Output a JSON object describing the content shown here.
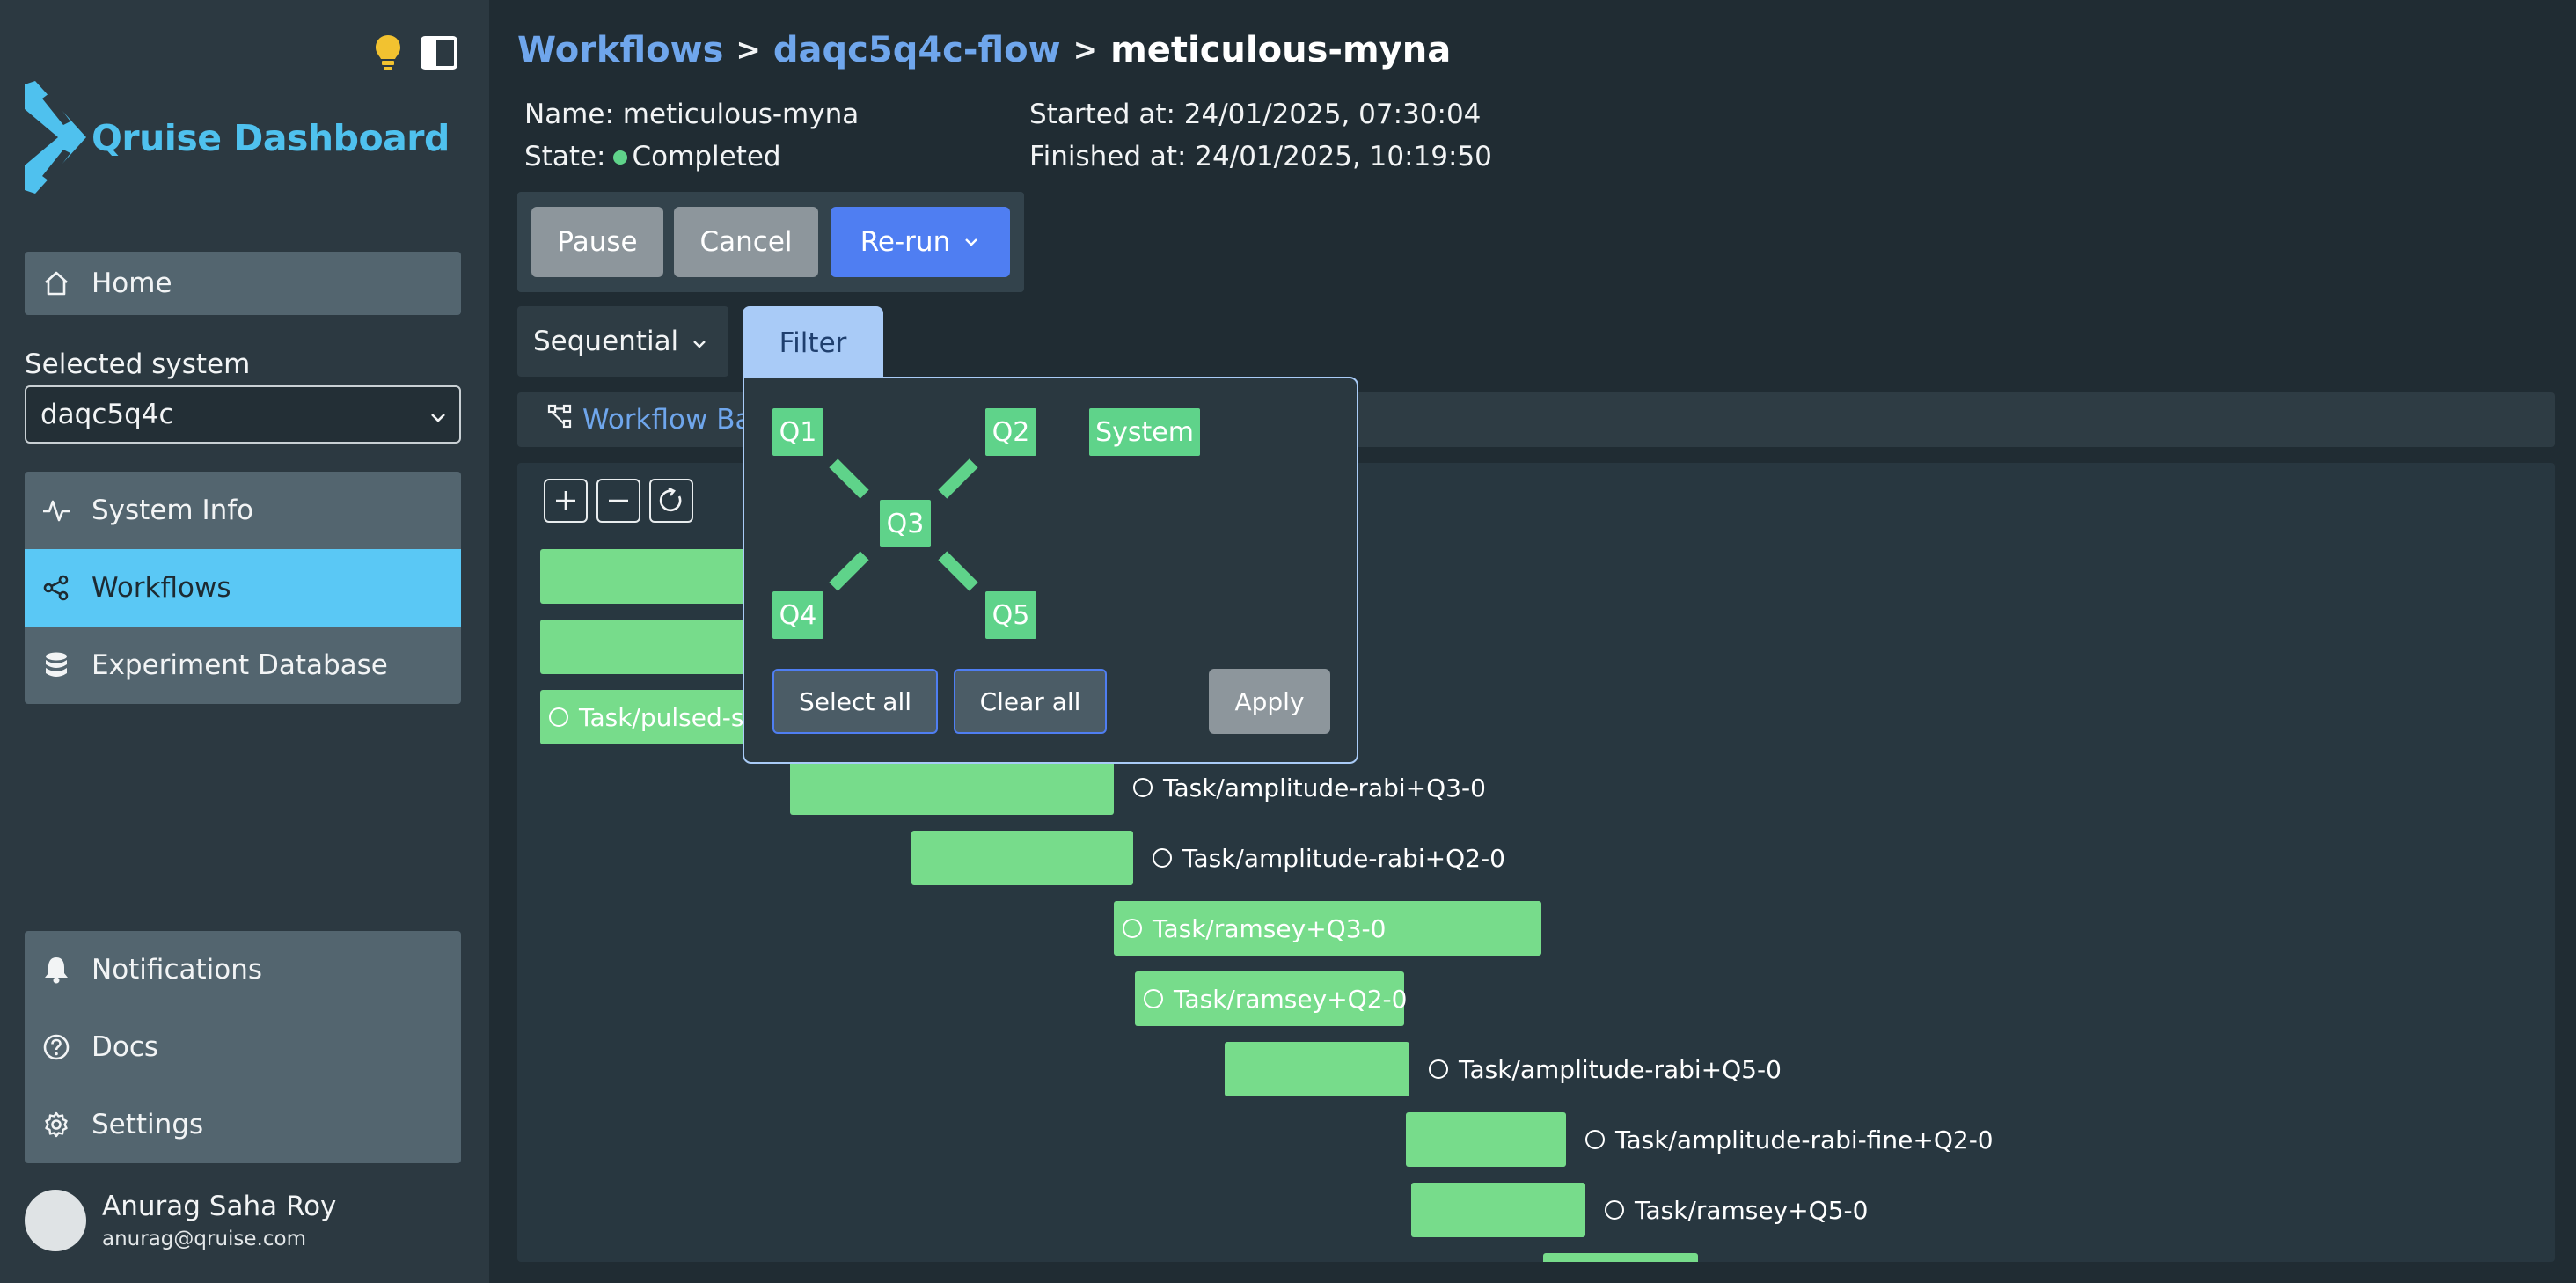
{
  "app": {
    "title": "Qruise Dashboard"
  },
  "sidebar": {
    "home": "Home",
    "selected_system_label": "Selected system",
    "selected_system_value": "daqc5q4c",
    "items": [
      {
        "label": "System Info",
        "icon": "activity-icon"
      },
      {
        "label": "Workflows",
        "icon": "share-nodes-icon",
        "active": true
      },
      {
        "label": "Experiment Database",
        "icon": "database-icon"
      }
    ],
    "bottom_items": [
      {
        "label": "Notifications",
        "icon": "bell-icon"
      },
      {
        "label": "Docs",
        "icon": "help-circle-icon"
      },
      {
        "label": "Settings",
        "icon": "gear-icon"
      }
    ],
    "user": {
      "name": "Anurag Saha Roy",
      "email": "anurag@qruise.com"
    }
  },
  "breadcrumb": {
    "root": "Workflows",
    "flow": "daqc5q4c-flow",
    "current": "meticulous-myna"
  },
  "meta": {
    "name": "Name: meticulous-myna",
    "state_label": "State:",
    "state_value": "Completed",
    "started": "Started at: 24/01/2025, 07:30:04",
    "finished": "Finished at: 24/01/2025, 10:19:50"
  },
  "actions": {
    "pause": "Pause",
    "cancel": "Cancel",
    "rerun": "Re-run"
  },
  "view": {
    "mode": "Sequential",
    "filter_tab": "Filter",
    "wf_bar": "Workflow Ba"
  },
  "filter": {
    "chips": [
      "Q1",
      "Q2",
      "System",
      "Q3",
      "Q4",
      "Q5"
    ],
    "select_all": "Select all",
    "clear_all": "Clear all",
    "apply": "Apply"
  },
  "tasks": [
    {
      "label": "Task/pulsed-sp"
    },
    {
      "label": "Task/amplitude-rabi+Q3-0"
    },
    {
      "label": "Task/amplitude-rabi+Q2-0"
    },
    {
      "label": "Task/ramsey+Q3-0"
    },
    {
      "label": "Task/ramsey+Q2-0"
    },
    {
      "label": "Task/amplitude-rabi+Q5-0"
    },
    {
      "label": "Task/amplitude-rabi-fine+Q2-0"
    },
    {
      "label": "Task/ramsey+Q5-0"
    }
  ],
  "colors": {
    "accent": "#5ac8f5",
    "task": "#77dc8b",
    "link": "#6fa6ec",
    "primary_button": "#4f7ef2"
  }
}
